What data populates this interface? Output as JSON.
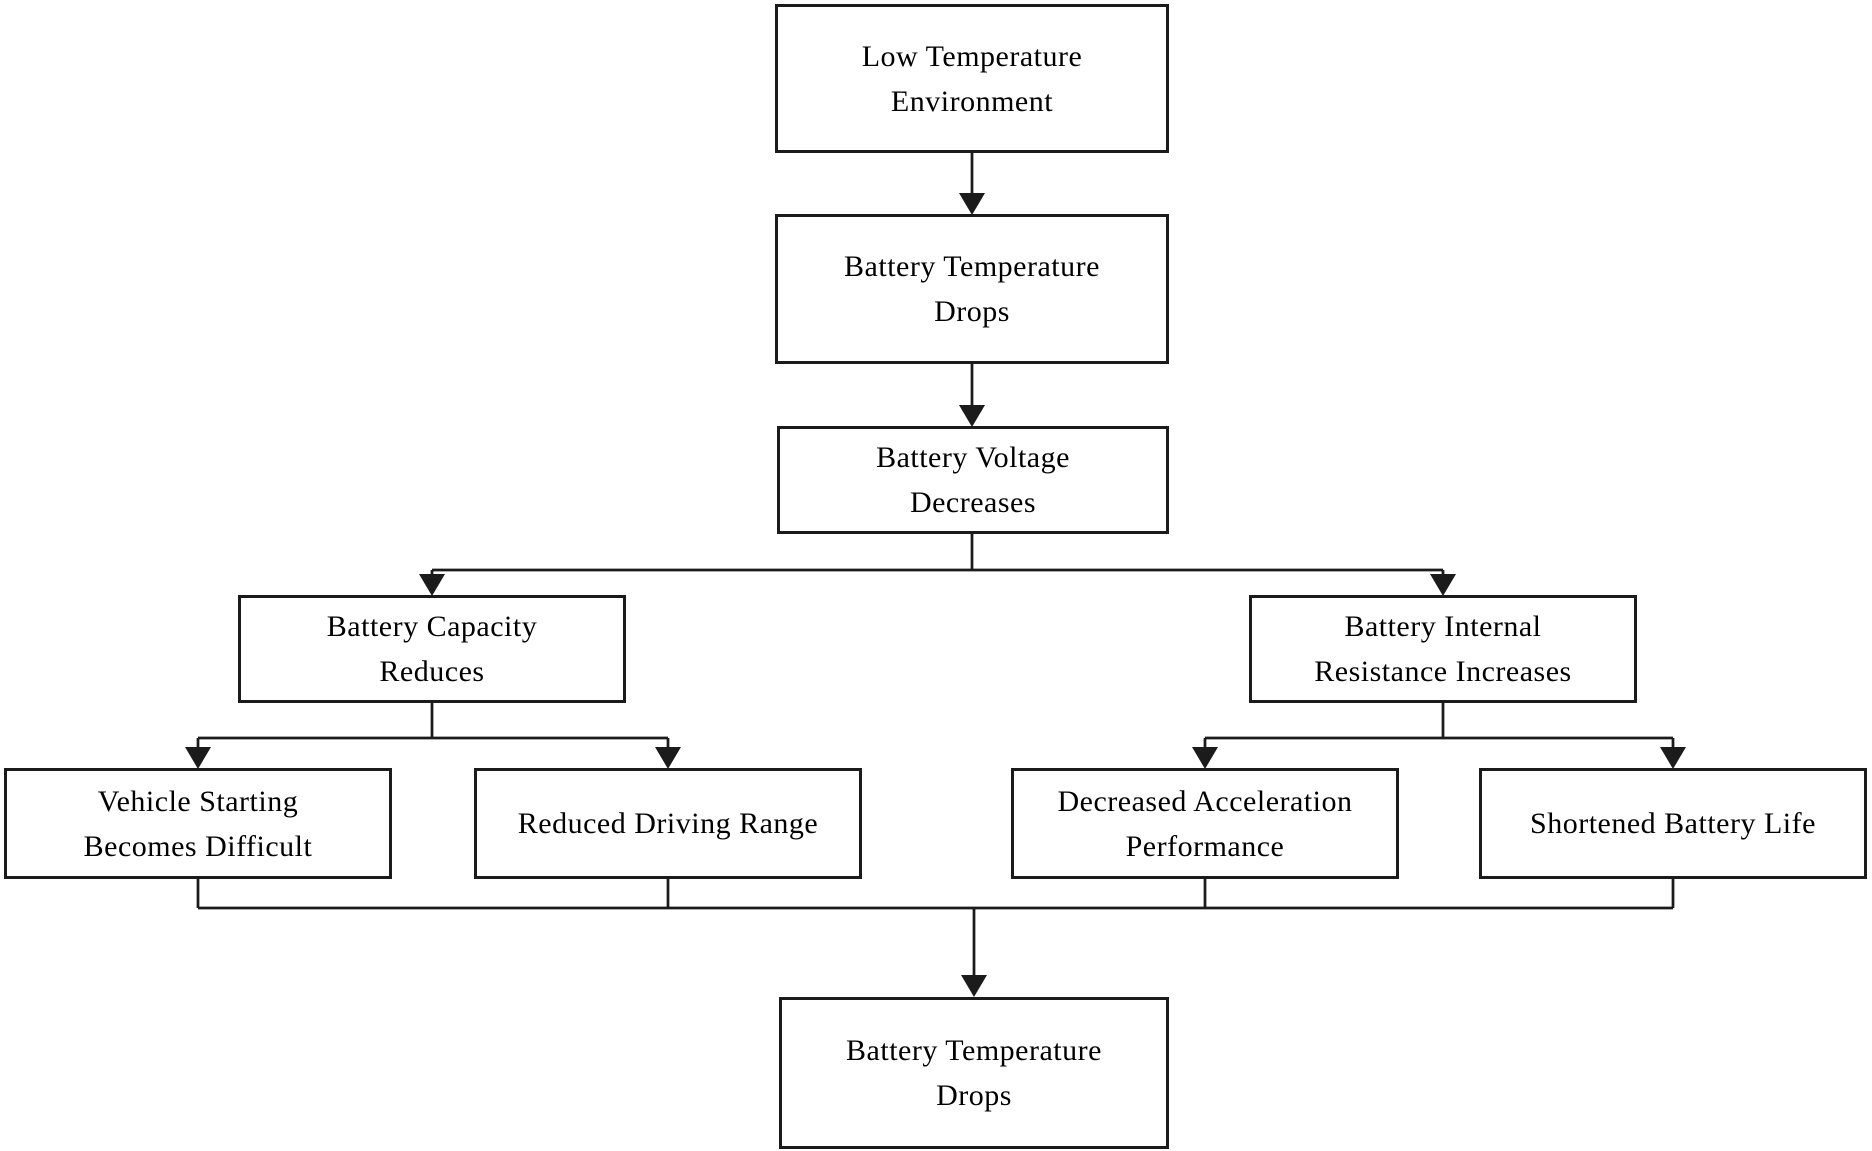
{
  "diagram": {
    "type": "flowchart",
    "background_color": "#ffffff",
    "line_color": "#1b1b1b",
    "text_color": "#000000",
    "nodes": [
      {
        "id": "low-temperature-environment",
        "label": "Low Temperature\nEnvironment"
      },
      {
        "id": "battery-temperature-drops",
        "label": "Battery Temperature\nDrops"
      },
      {
        "id": "battery-voltage-decreases",
        "label": "Battery Voltage\nDecreases"
      },
      {
        "id": "battery-capacity-reduces",
        "label": "Battery Capacity\nReduces"
      },
      {
        "id": "battery-internal-resistance-increases",
        "label": "Battery Internal\nResistance Increases"
      },
      {
        "id": "vehicle-starting-becomes-difficult",
        "label": "Vehicle Starting\nBecomes Difficult"
      },
      {
        "id": "reduced-driving-range",
        "label": "Reduced Driving Range"
      },
      {
        "id": "decreased-acceleration-performance",
        "label": "Decreased Acceleration\nPerformance"
      },
      {
        "id": "shortened-battery-life",
        "label": "Shortened Battery Life"
      },
      {
        "id": "battery-temperature-drops-final",
        "label": "Battery Temperature\nDrops"
      }
    ],
    "edges": [
      {
        "from": "low-temperature-environment",
        "to": "battery-temperature-drops"
      },
      {
        "from": "battery-temperature-drops",
        "to": "battery-voltage-decreases"
      },
      {
        "from": "battery-voltage-decreases",
        "to": "battery-capacity-reduces"
      },
      {
        "from": "battery-voltage-decreases",
        "to": "battery-internal-resistance-increases"
      },
      {
        "from": "battery-capacity-reduces",
        "to": "vehicle-starting-becomes-difficult"
      },
      {
        "from": "battery-capacity-reduces",
        "to": "reduced-driving-range"
      },
      {
        "from": "battery-internal-resistance-increases",
        "to": "decreased-acceleration-performance"
      },
      {
        "from": "battery-internal-resistance-increases",
        "to": "shortened-battery-life"
      },
      {
        "from": "vehicle-starting-becomes-difficult",
        "to": "battery-temperature-drops-final"
      },
      {
        "from": "reduced-driving-range",
        "to": "battery-temperature-drops-final"
      },
      {
        "from": "decreased-acceleration-performance",
        "to": "battery-temperature-drops-final"
      },
      {
        "from": "shortened-battery-life",
        "to": "battery-temperature-drops-final"
      }
    ]
  }
}
